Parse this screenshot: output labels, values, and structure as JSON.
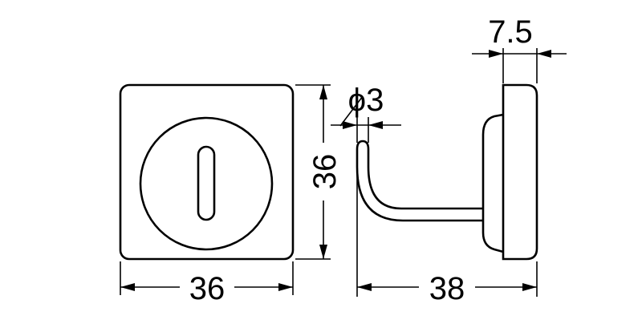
{
  "dimensions": {
    "front_width": "36",
    "front_height": "36",
    "side_depth": "38",
    "plate_thickness": "7.5",
    "wire_diameter": "ϕ3"
  }
}
